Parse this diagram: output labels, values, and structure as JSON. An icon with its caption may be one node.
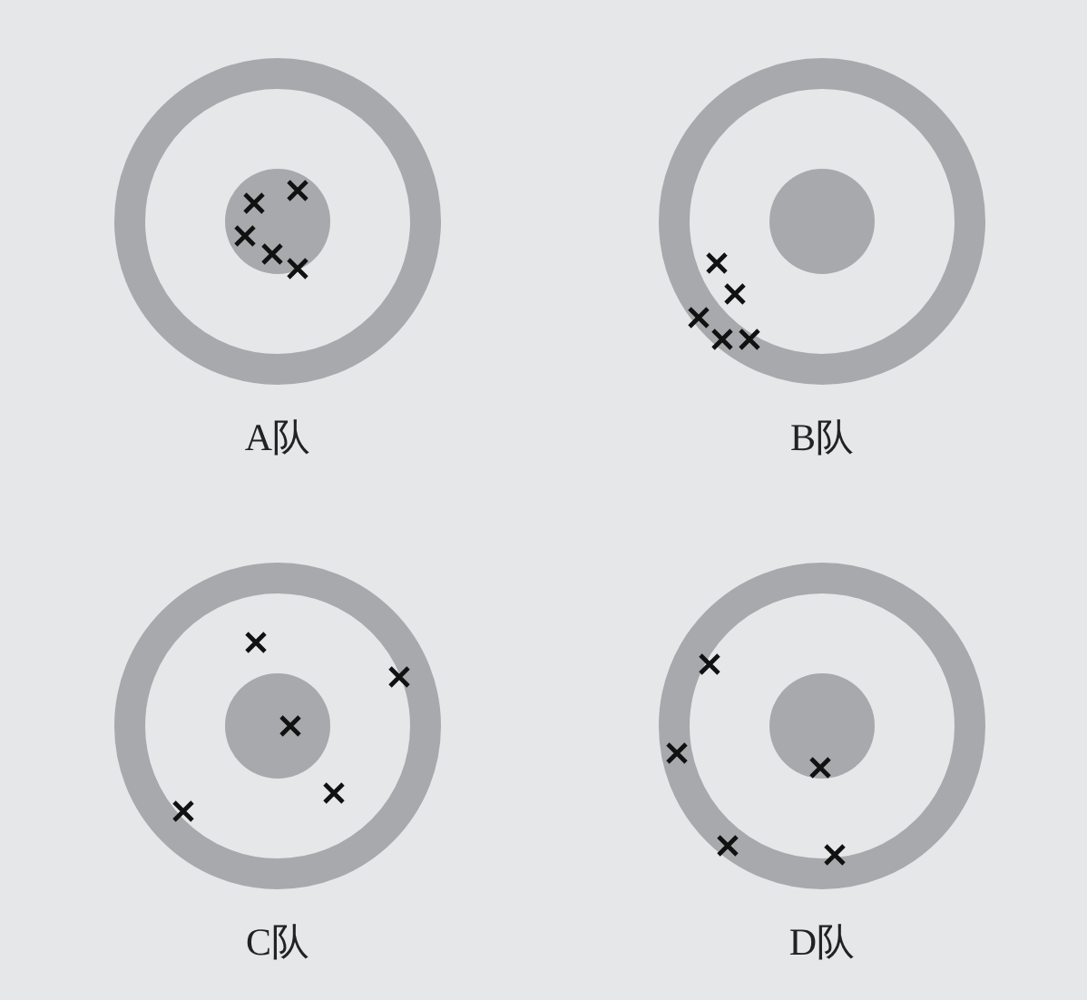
{
  "diagram": {
    "labels": [
      "A队",
      "B队",
      "C队",
      "D队"
    ]
  }
}
